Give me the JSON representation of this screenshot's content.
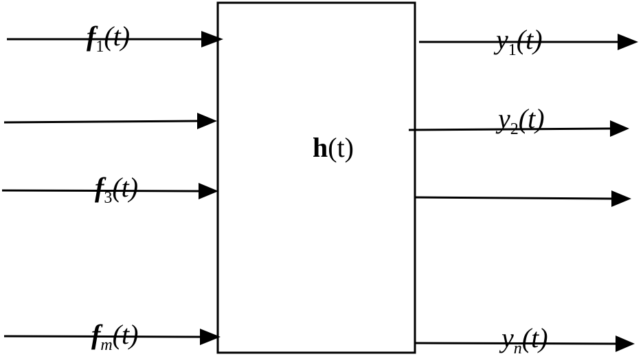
{
  "system": {
    "label_main": "h",
    "label_arg": "(t)"
  },
  "inputs": [
    {
      "symbol": "f",
      "subscript": "1",
      "arg": "(t)"
    },
    {
      "symbol": "",
      "subscript": "",
      "arg": ""
    },
    {
      "symbol": "f",
      "subscript": "3",
      "arg": "(t)"
    },
    {
      "symbol": "f",
      "subscript": "m",
      "arg": "(t)"
    }
  ],
  "outputs": [
    {
      "symbol": "y",
      "subscript": "1",
      "arg": "(t)"
    },
    {
      "symbol": "y",
      "subscript": "2",
      "arg": "(t)"
    },
    {
      "symbol": "",
      "subscript": "",
      "arg": ""
    },
    {
      "symbol": "y",
      "subscript": "n",
      "arg": "(t)"
    }
  ],
  "colors": {
    "stroke": "#000000",
    "background": "#ffffff"
  }
}
